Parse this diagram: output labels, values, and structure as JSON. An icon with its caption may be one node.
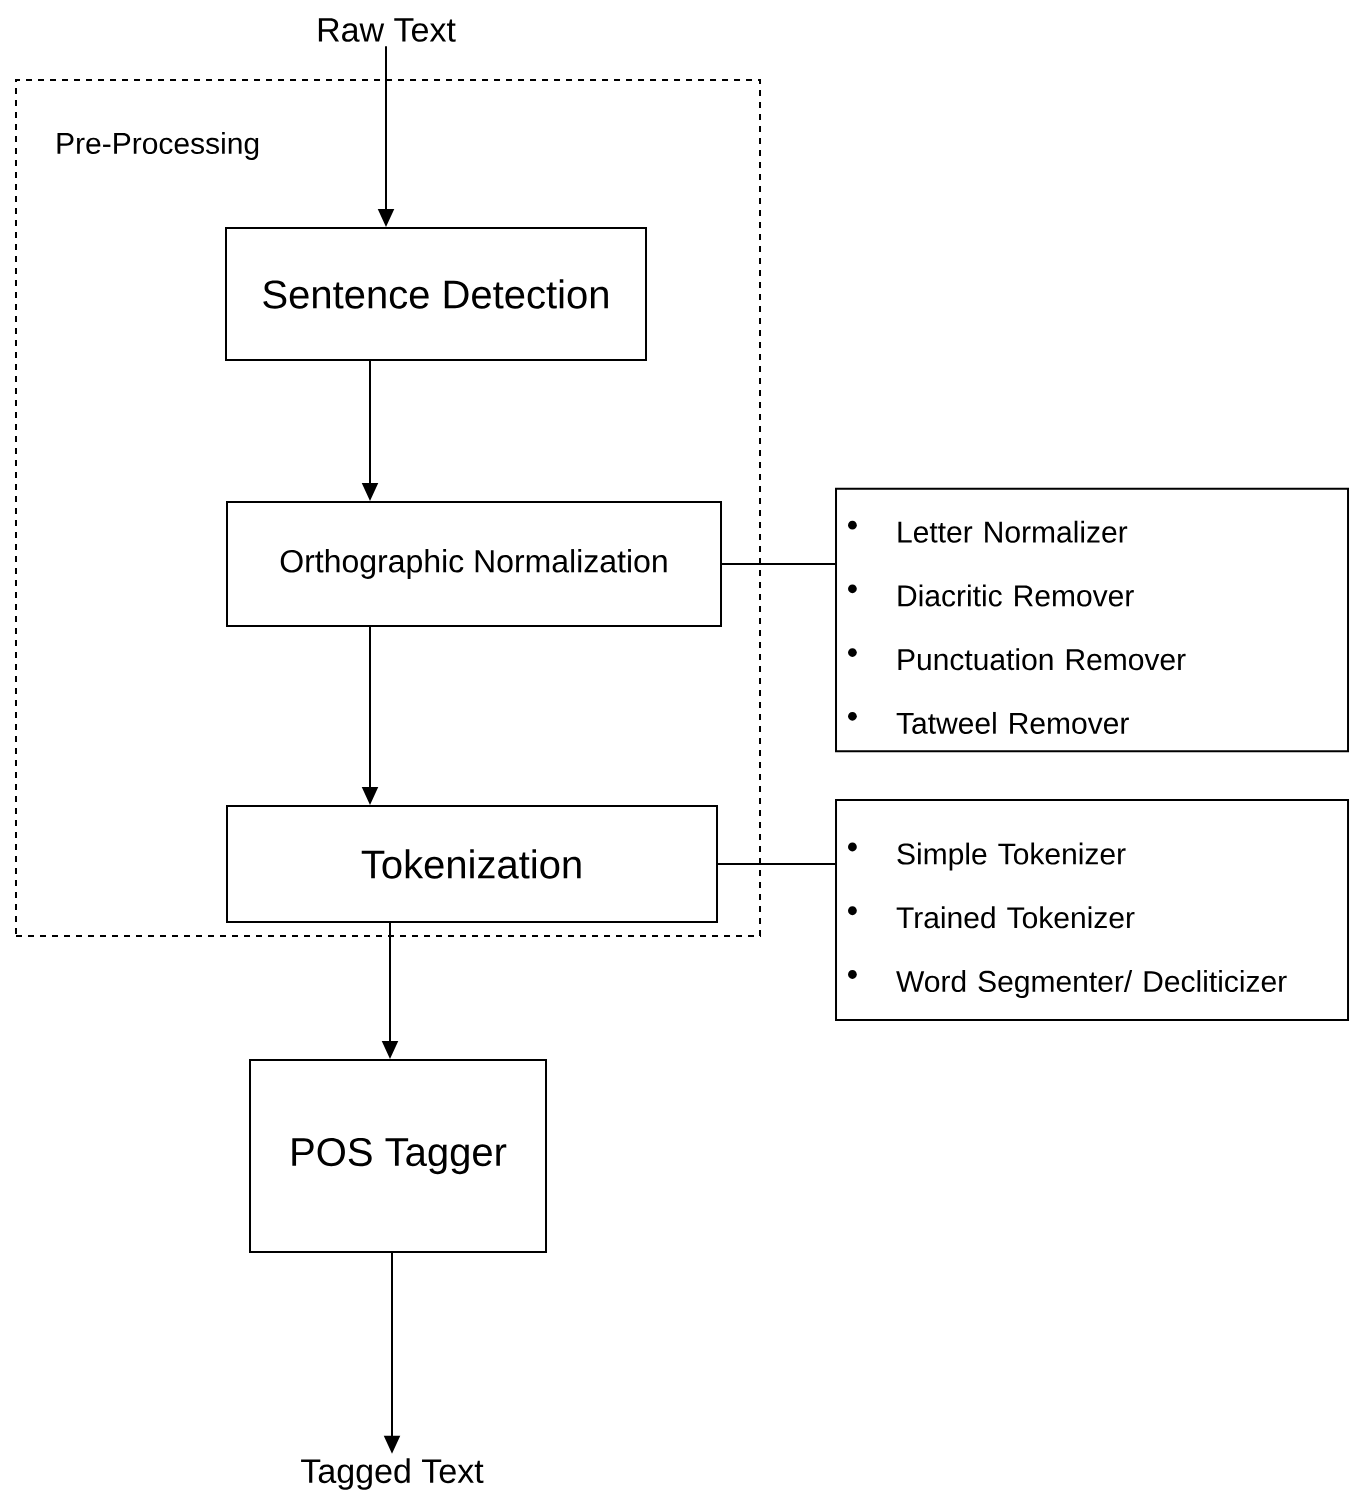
{
  "diagram": {
    "nodes": [
      {
        "text": [
          "Raw Text"
        ]
      },
      {
        "text": [
          "Pre-Processing"
        ]
      },
      {
        "text": [
          "Sentence Detection"
        ],
        "in": 1
      },
      {
        "text": [
          "Orthographic Normalization"
        ],
        "in": 1
      },
      {
        "text": [
          "Tokenization"
        ],
        "in": 1
      },
      {
        "text": [
          "POS Tagger"
        ]
      },
      {
        "text": [
          "Tagged Text"
        ]
      },
      {
        "text": [
          "Letter Normalizer",
          "Diacritic Remover",
          "Punctuation Remover",
          "Tatweel Remover"
        ]
      },
      {
        "text": [
          "Simple Tokenizer",
          "Trained Tokenizer",
          "Word Segmenter/ Decliticizer"
        ]
      }
    ],
    "edges": [
      {
        "from": 0,
        "to": 2,
        "arrow": "to"
      },
      {
        "from": 2,
        "to": 3,
        "arrow": "to"
      },
      {
        "from": 3,
        "to": 4,
        "arrow": "to"
      },
      {
        "from": 4,
        "to": 5,
        "arrow": "to"
      },
      {
        "from": 5,
        "to": 6,
        "arrow": "to"
      },
      {
        "from": 3,
        "to": 7,
        "arrow": "none"
      },
      {
        "from": 4,
        "to": 8,
        "arrow": "none"
      }
    ]
  }
}
